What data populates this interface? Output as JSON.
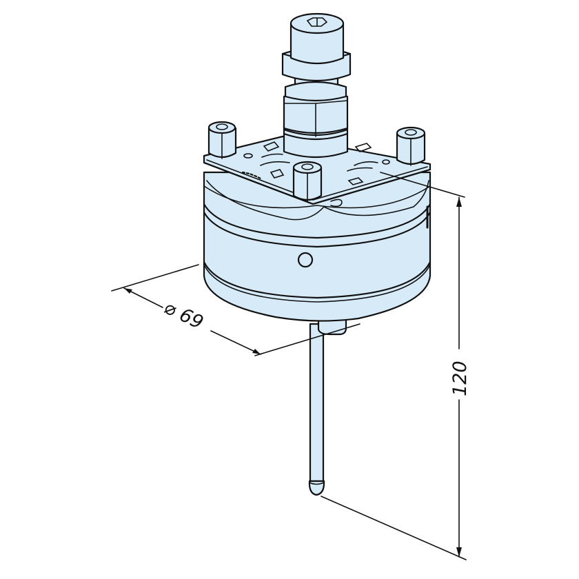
{
  "drawing": {
    "subject": "touch probe with shank, clamping body and stylus",
    "fill_color": "#d6eaf8",
    "line_color": "#111111",
    "background": "#ffffff"
  },
  "dimensions": {
    "diameter": {
      "symbol": "⌀",
      "value": "69",
      "label": "⌀ 69"
    },
    "height": {
      "value": "120",
      "label": "120"
    }
  },
  "parts": [
    {
      "name": "shank-socket-head"
    },
    {
      "name": "shank-collar"
    },
    {
      "name": "hex-nut"
    },
    {
      "name": "top-plate"
    },
    {
      "name": "standoff-bolt-left"
    },
    {
      "name": "standoff-bolt-front"
    },
    {
      "name": "standoff-bolt-right"
    },
    {
      "name": "probe-body"
    },
    {
      "name": "side-hole"
    },
    {
      "name": "stylus"
    },
    {
      "name": "stylus-ball"
    }
  ]
}
